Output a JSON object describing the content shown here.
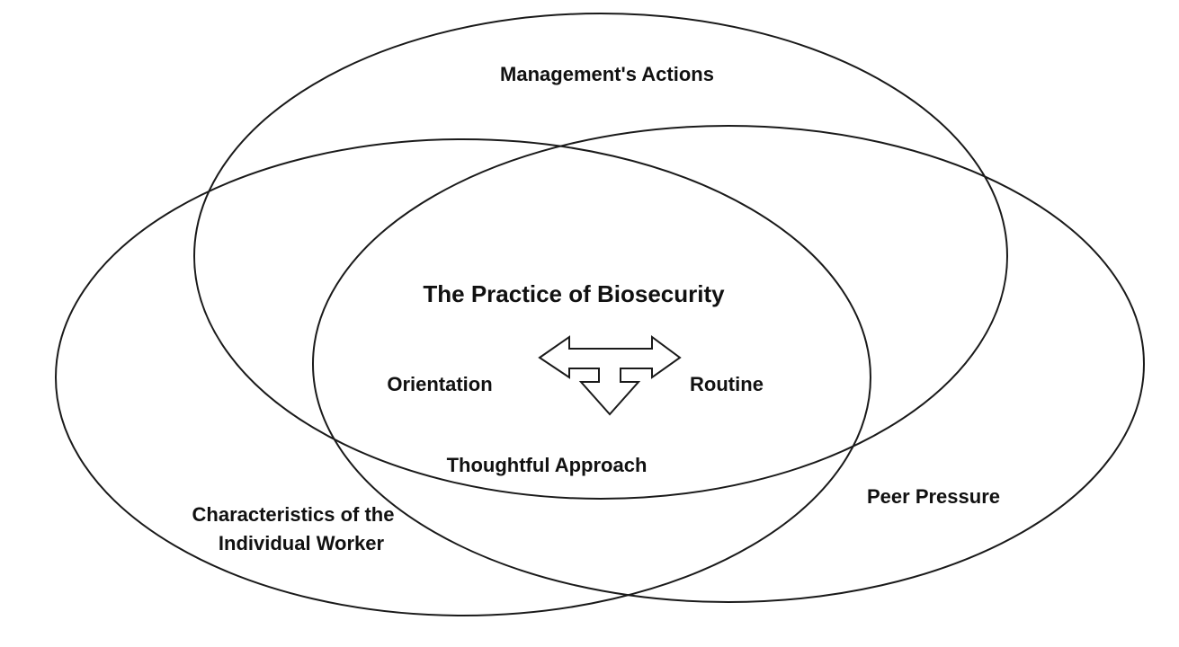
{
  "diagram": {
    "outer_labels": {
      "management": "Management's Actions",
      "peer": "Peer Pressure",
      "worker_line1": "Characteristics of the",
      "worker_line2": "Individual Worker"
    },
    "center": {
      "title": "The Practice of Biosecurity",
      "left": "Orientation",
      "right": "Routine",
      "bottom": "Thoughtful  Approach"
    }
  }
}
